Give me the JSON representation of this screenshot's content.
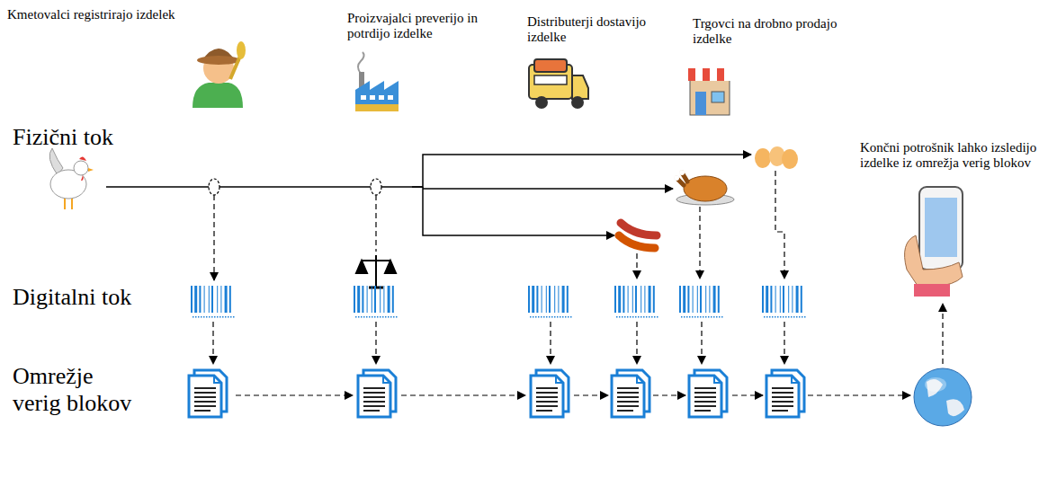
{
  "diagram": {
    "labels": [
      "Kmetovalci registrirajo izdelek",
      "Proizvajalci preverijo in potrdijo izdelke",
      "Distributerji dostavijo izdelke",
      "Trgovci na drobno prodajo izdelke",
      "Fizični tok",
      "Digitalni tok",
      "Omrežje verig blokov",
      "Končni potrošnik lahko izsledijo izdelke iz omrežja verig blokov"
    ]
  }
}
